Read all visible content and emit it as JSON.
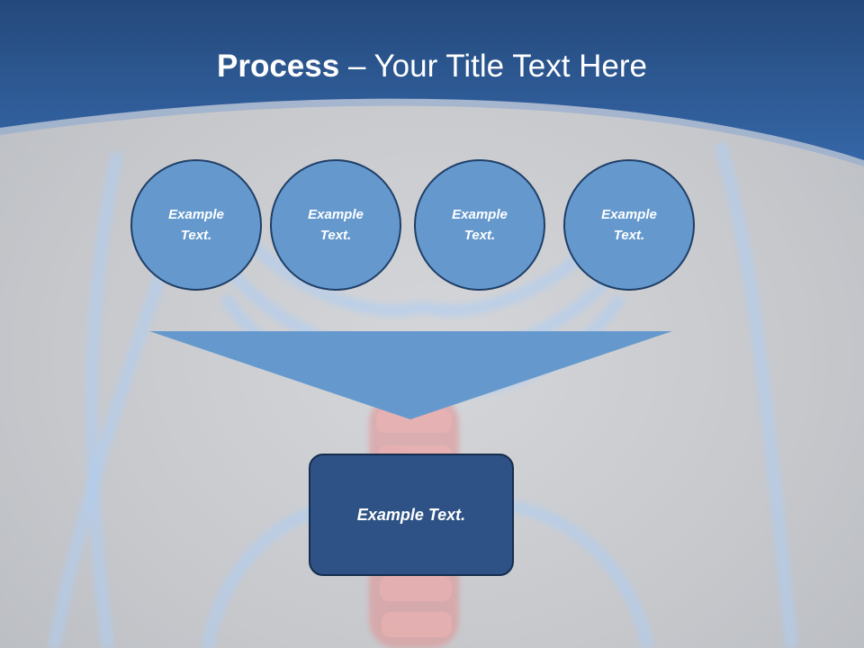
{
  "slide": {
    "title_bold": "Process",
    "title_rest": " – Your Title Text Here",
    "circles": [
      {
        "text": "Example Text."
      },
      {
        "text": "Example Text."
      },
      {
        "text": "Example Text."
      },
      {
        "text": "Example Text."
      }
    ],
    "result_text": "Example Text."
  },
  "colors": {
    "header_blue": "#2f5c98",
    "circle_fill": "#6599cd",
    "funnel_fill": "#6599cd",
    "box_fill": "#2e5286",
    "background": "#c8cacd"
  }
}
